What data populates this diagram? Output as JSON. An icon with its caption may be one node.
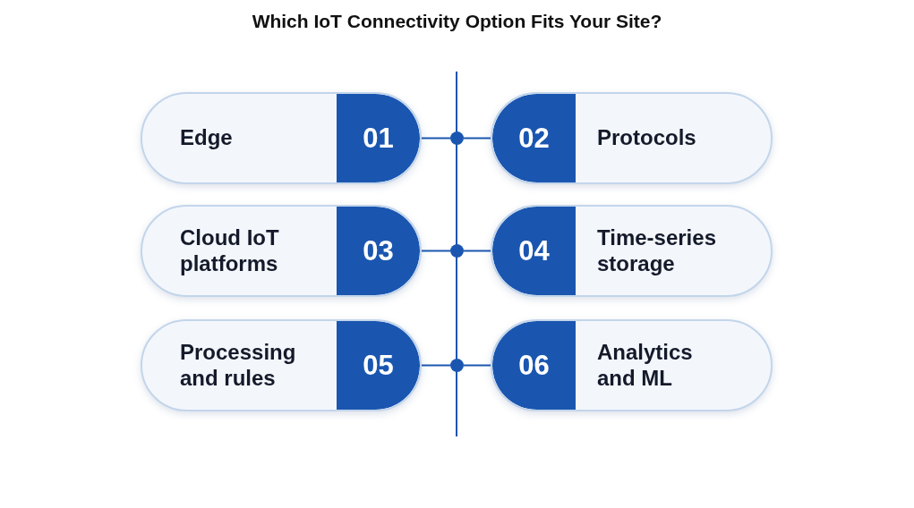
{
  "diagram": {
    "title": "Which IoT Connectivity Option Fits Your Site?",
    "nodes": [
      {
        "text": [
          "Edge",
          "01"
        ]
      },
      {
        "text": [],
        "shape": "circle"
      },
      {
        "text": [
          "02",
          "Protocols"
        ]
      },
      {
        "text": [
          "Cloud IoT platforms",
          "03"
        ]
      },
      {
        "text": [],
        "shape": "circle"
      },
      {
        "text": [
          "04",
          "Time-series storage"
        ]
      },
      {
        "text": [
          "Processing and rules",
          "05"
        ]
      },
      {
        "text": [],
        "shape": "circle"
      },
      {
        "text": [
          "06",
          "Analytics and ML"
        ]
      }
    ],
    "edges": [
      {
        "from": 0,
        "to": 1,
        "arrow": "none"
      },
      {
        "from": 1,
        "to": 2,
        "arrow": "none"
      },
      {
        "from": 3,
        "to": 4,
        "arrow": "none"
      },
      {
        "from": 4,
        "to": 5,
        "arrow": "none"
      },
      {
        "from": 6,
        "to": 7,
        "arrow": "none"
      },
      {
        "from": 7,
        "to": 8,
        "arrow": "none"
      }
    ]
  }
}
